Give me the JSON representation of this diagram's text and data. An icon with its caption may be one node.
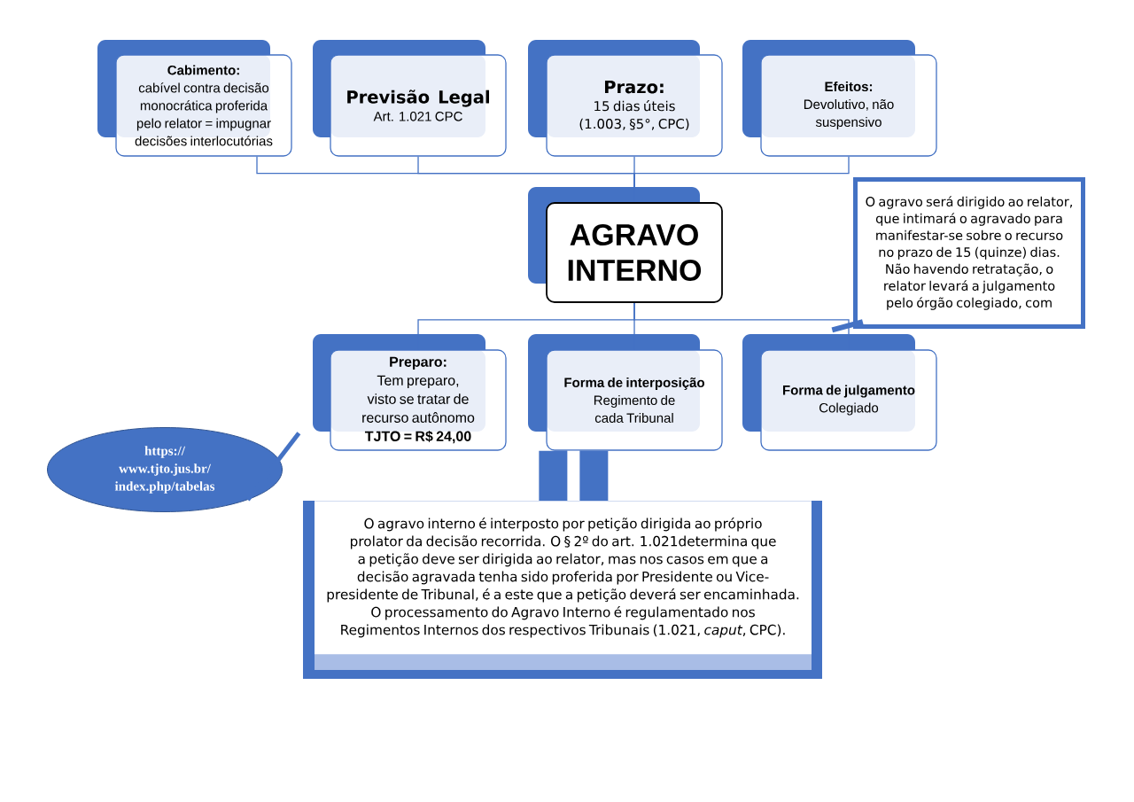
{
  "diagram": {
    "nodes": [
      {
        "text": [
          "Cabimento:",
          "cabível contra decisão monocrática proferida pelo relator = impugnar decisões interlocutórias"
        ]
      },
      {
        "text": [
          "Previsão Legal",
          "Art. 1.021 CPC"
        ]
      },
      {
        "text": [
          "Prazo:",
          "15 dias úteis (1.003, §5°, CPC)"
        ]
      },
      {
        "text": [
          "Efeitos:",
          "Devolutivo, não suspensivo"
        ]
      },
      {
        "text": [
          "AGRAVO INTERNO"
        ]
      },
      {
        "text": [
          "O agravo será dirigido ao relator, que intimará o agravado para manifestar-se sobre o recurso no prazo de 15 (quinze) dias. Não havendo retratação, o relator levará a julgamento pelo órgão colegiado, com"
        ]
      },
      {
        "text": [
          "Preparo:",
          "Tem preparo, visto se tratar de recurso autônomo",
          "TJTO = R$ 24,00"
        ]
      },
      {
        "text": [
          "Forma de interposição",
          "Regimento de cada Tribunal"
        ]
      },
      {
        "text": [
          "Forma de julgamento",
          "Colegiado"
        ]
      },
      {
        "text": [
          "https:// www.tjto.jus.br/ index.php/tabelas"
        ]
      },
      {
        "text": [
          "O agravo interno é interposto por petição dirigida ao próprio prolator da decisão recorrida. O § 2º do art. 1.021determina que a petição deve ser dirigida ao relator, mas nos casos em que a decisão agravada tenha sido proferida por Presidente ou Vice-presidente de Tribunal, é a este que a petição deverá ser encaminhada.",
          "O processamento do Agravo Interno é regulamentado nos Regimentos Internos dos respectivos Tribunais (1.021, *caput*, CPC)."
        ]
      }
    ],
    "edges": [
      {
        "from": 0,
        "to": 4,
        "arrow": "none"
      },
      {
        "from": 1,
        "to": 4,
        "arrow": "none"
      },
      {
        "from": 2,
        "to": 4,
        "arrow": "none"
      },
      {
        "from": 3,
        "to": 4,
        "arrow": "none"
      },
      {
        "from": 4,
        "to": 6,
        "arrow": "none"
      },
      {
        "from": 4,
        "to": 7,
        "arrow": "none"
      },
      {
        "from": 4,
        "to": 8,
        "arrow": "none"
      },
      {
        "from": 5,
        "to": 8,
        "arrow": "none",
        "style": "thick"
      },
      {
        "from": 9,
        "to": 6,
        "arrow": "none",
        "style": "thick"
      },
      {
        "from": 7,
        "to": 10,
        "arrow": "none",
        "style": "thick"
      }
    ]
  }
}
